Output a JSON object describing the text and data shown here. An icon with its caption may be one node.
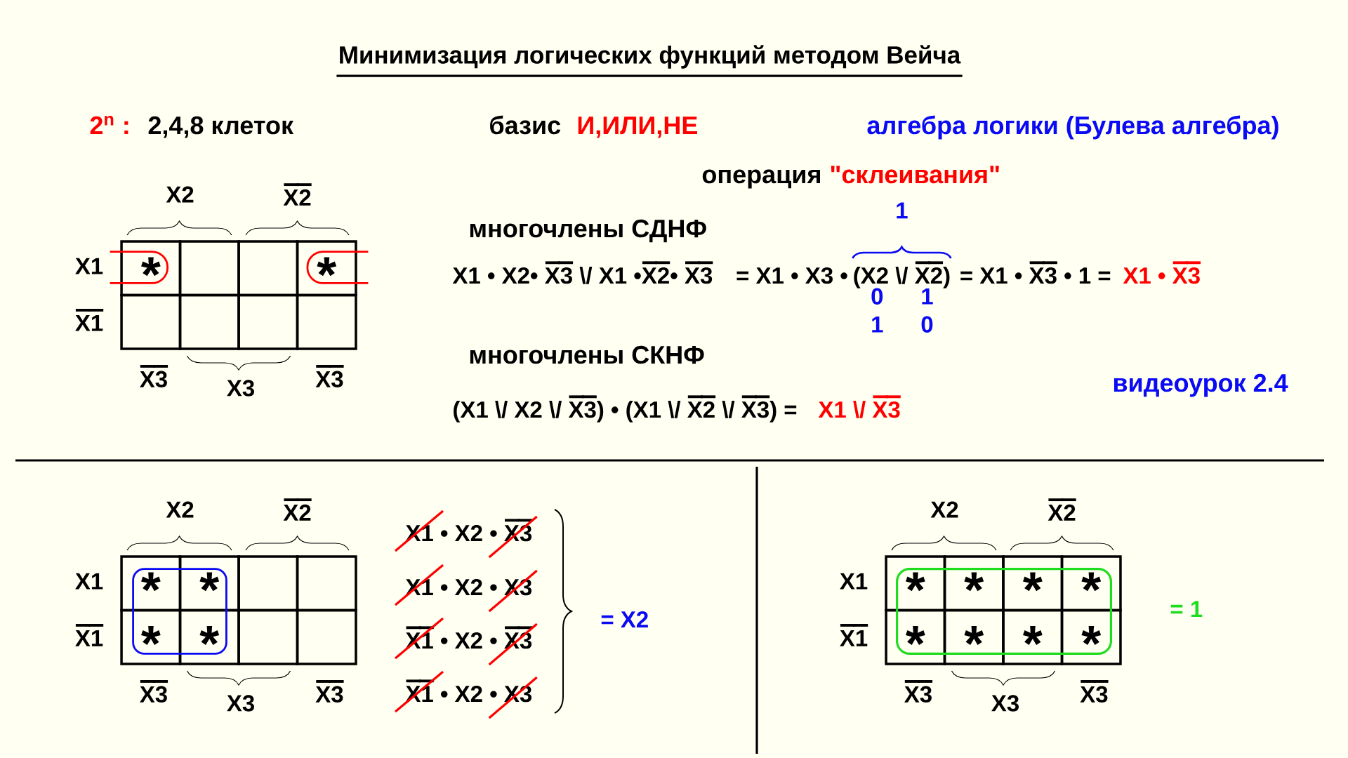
{
  "diagram": {
    "title": "Минимизация логических функций методом Вейча",
    "nodes": [
      {
        "text": [
          "*"
        ]
      },
      {
        "text": [],
        "shape": "box"
      },
      {
        "text": [],
        "shape": "box"
      },
      {
        "text": [
          "*"
        ]
      },
      {
        "text": [],
        "shape": "box"
      },
      {
        "text": [],
        "shape": "box"
      },
      {
        "text": [],
        "shape": "box"
      },
      {
        "text": [],
        "shape": "box"
      },
      {
        "text": [],
        "shape": "box"
      },
      {
        "text": [
          "*"
        ]
      },
      {
        "text": [
          "*"
        ]
      },
      {
        "text": [],
        "shape": "box"
      },
      {
        "text": [],
        "shape": "box"
      },
      {
        "text": [
          "*"
        ]
      },
      {
        "text": [
          "*"
        ]
      },
      {
        "text": [],
        "shape": "box"
      },
      {
        "text": [],
        "shape": "box"
      },
      {
        "text": [],
        "shape": "box"
      },
      {
        "text": [
          "*"
        ]
      },
      {
        "text": [
          "*"
        ]
      },
      {
        "text": [
          "*"
        ]
      },
      {
        "text": [
          "*"
        ]
      },
      {
        "text": [
          "*"
        ]
      },
      {
        "text": [
          "*"
        ]
      },
      {
        "text": [
          "*"
        ]
      },
      {
        "text": [
          "*"
        ]
      },
      {
        "text": [],
        "shape": "box"
      }
    ],
    "labels": [
      "2$^{n}$ :",
      "2,4,8 клеток",
      "базис",
      "И,ИЛИ,НЕ",
      "алгебра логики (Булева алгебра)",
      "операция",
      "\"склеивания\"",
      "X2",
      "X̅2̅",
      "X1",
      "X̅1̅",
      "X̅3̅",
      "X3",
      "X̅3̅",
      "многочлены СДНФ",
      "1",
      "X1 • X2• X̅3̅ \\/ X1 •X̅2̅• X̅3̅",
      "= X1 • X3 •",
      "(X2 \\/ X̅2̅)",
      "= X1 • X̅3̅ • 1 =",
      "X1 • X̅3̅",
      "0",
      "1",
      "1",
      "0",
      "многочлены СКНФ",
      "(X1 \\/ X2 \\/ X̅3̅) • (X1 \\/ X̅2̅ \\/ X̅3̅) =",
      "X1 \\/ X̅3̅",
      "видеоурок 2.4",
      "X2",
      "X̅2̅",
      "X1",
      "X̅1̅",
      "X̅3̅",
      "X3",
      "X̅3̅",
      "X1 • X2 • X̅3̅",
      "X1 • X2 • X3",
      "X̅1̅ • X2 • X̅3̅",
      "X̅1̅ • X2 • X3",
      "= X2",
      "X2",
      "X̅2̅",
      "X1",
      "X̅1̅",
      "X̅3̅",
      "X3",
      "X̅3̅",
      "= 1"
    ]
  }
}
